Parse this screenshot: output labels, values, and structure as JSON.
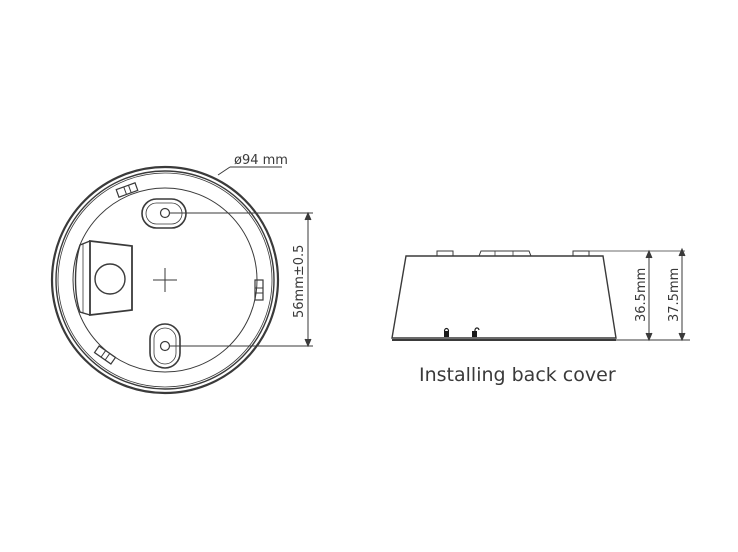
{
  "diagram": {
    "top_view": {
      "diameter_label": "ø94 mm",
      "hole_spacing_label": "56mm±0.5"
    },
    "side_view": {
      "height_inner_label": "36.5mm",
      "height_outer_label": "37.5mm"
    },
    "caption": "Installing back cover",
    "colors": {
      "line": "#3a3a3a",
      "background": "#ffffff"
    }
  }
}
